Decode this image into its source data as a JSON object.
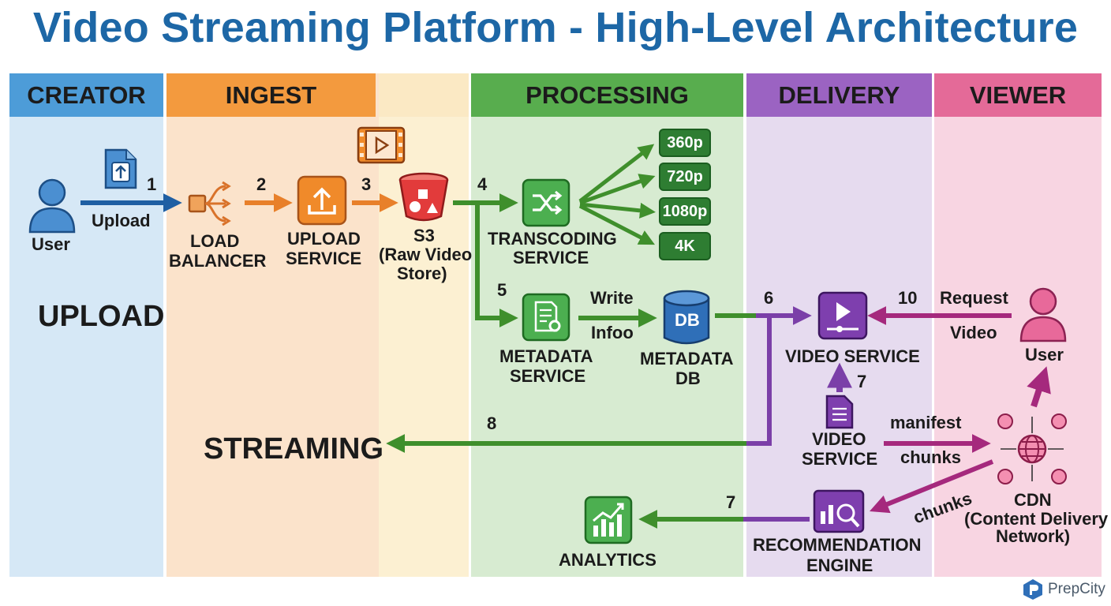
{
  "title": "Video Streaming Platform - High-Level Architecture",
  "lanes": {
    "creator": "CREATOR",
    "ingest": "INGEST",
    "processing": "PROCESSING",
    "delivery": "DELIVERY",
    "viewer": "VIEWER"
  },
  "sections": {
    "upload": "UPLOAD",
    "streaming": "STREAMING"
  },
  "nodes": {
    "creator_user": "User",
    "upload_label": "Upload",
    "lb_line1": "LOAD",
    "lb_line2": "BALANCER",
    "us_line1": "UPLOAD",
    "us_line2": "SERVICE",
    "s3_line1": "S3",
    "s3_line2": "(Raw Video",
    "s3_line3": "Store)",
    "tc_line1": "TRANSCODING",
    "tc_line2": "SERVICE",
    "md_line1": "METADATA",
    "md_line2": "SERVICE",
    "write": "Write",
    "info": "Infoo",
    "db_icon": "DB",
    "mdb_line1": "METADATA",
    "mdb_line2": "DB",
    "video_service": "VIDEO SERVICE",
    "vs2_line1": "VIDEO",
    "vs2_line2": "SERVICE",
    "request": "Request",
    "video": "Video",
    "viewer_user": "User",
    "manifest": "manifest",
    "chunks": "chunks",
    "chunks2": "chunks",
    "cdn_line1": "CDN",
    "cdn_line2": "(Content Delivery",
    "cdn_line3": "Network)",
    "rec_line1": "RECOMMENDATION",
    "rec_line2": "ENGINE",
    "analytics": "ANALYTICS"
  },
  "resolutions": [
    "360p",
    "720p",
    "1080p",
    "4K"
  ],
  "steps": {
    "s1": "1",
    "s2": "2",
    "s3": "3",
    "s4": "4",
    "s5": "5",
    "s6": "6",
    "s7a": "7",
    "s7b": "7",
    "s8": "8",
    "s10": "10"
  },
  "brand": "PrepCity",
  "colors": {
    "title": "#1d67a6",
    "creator": "#4d9cd8",
    "ingest": "#f39a3e",
    "processing": "#58ad4e",
    "delivery": "#9b63c2",
    "viewer": "#e46a98",
    "arrow_blue": "#1f5fa3",
    "arrow_orange": "#e8802a",
    "arrow_green": "#3f8f2c",
    "arrow_purple": "#7b3fa8",
    "arrow_magenta": "#a5297d"
  }
}
